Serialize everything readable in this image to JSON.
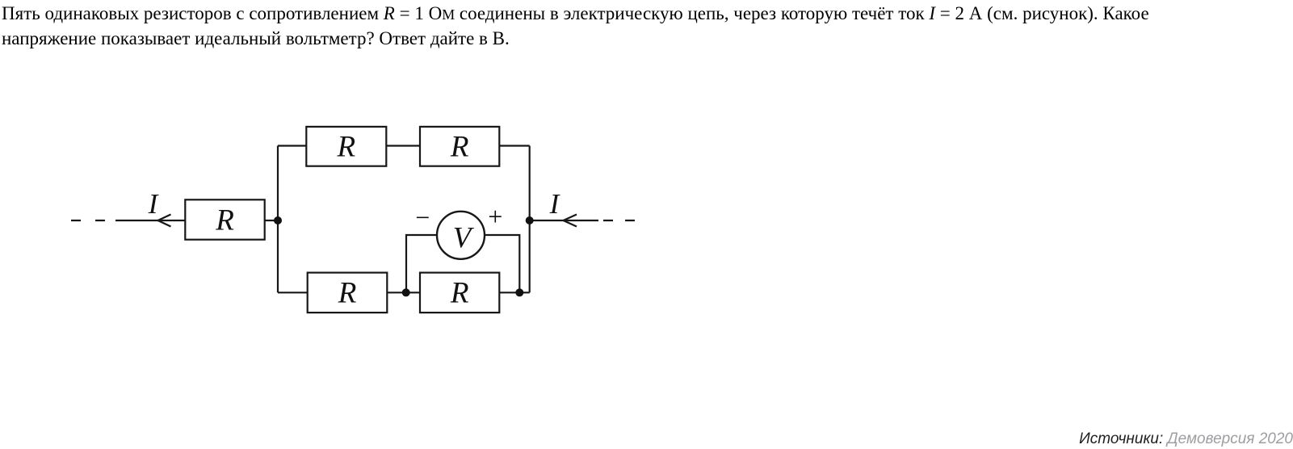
{
  "page": {
    "background": "#ffffff"
  },
  "problem": {
    "seg_intro": "Пять одинаковых резисторов с сопротивлением ",
    "r_symbol": "R",
    "r_value": " = 1 ",
    "ohm_cap": "О",
    "ohm_small": "М",
    "seg_mid": " соединены в электрическую цепь, через которую течёт ток ",
    "i_symbol": "I",
    "i_value": " = 2 А",
    "seg_tail": " (см. рисунок). Какое",
    "line2": "напряжение показывает идеальный вольтметр? Ответ дайте в В."
  },
  "circuit": {
    "resistor_label": "R",
    "voltmeter_label": "V",
    "current_label": "I",
    "minus_sign": "−",
    "plus_sign": "+",
    "wire_color": "#171717",
    "resistor_count": 5
  },
  "source": {
    "prefix": "Источники:",
    "value": "Демоверсия 2020",
    "prefix_color": "#1f1f1f",
    "value_color": "#9e9ea2"
  }
}
